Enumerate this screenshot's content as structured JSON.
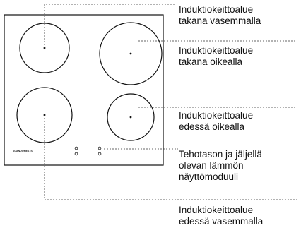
{
  "cooktop": {
    "brand_mark": "SCANDOMESTIC"
  },
  "labels": {
    "rear_left": "Induktiokeittoalue\ntakana vasemmalla",
    "rear_right": "Induktiokeittoalue\ntakana oikealla",
    "front_right": "Induktiokeittoalue\nedessä oikealla",
    "display_module": "Tehotason ja jäljellä\nolevan lämmön\nnäyttömoduuli",
    "front_left": "Induktiokeittoalue\nedessä vasemmalla"
  },
  "colors": {
    "line": "#111111",
    "leader": "#333333"
  }
}
